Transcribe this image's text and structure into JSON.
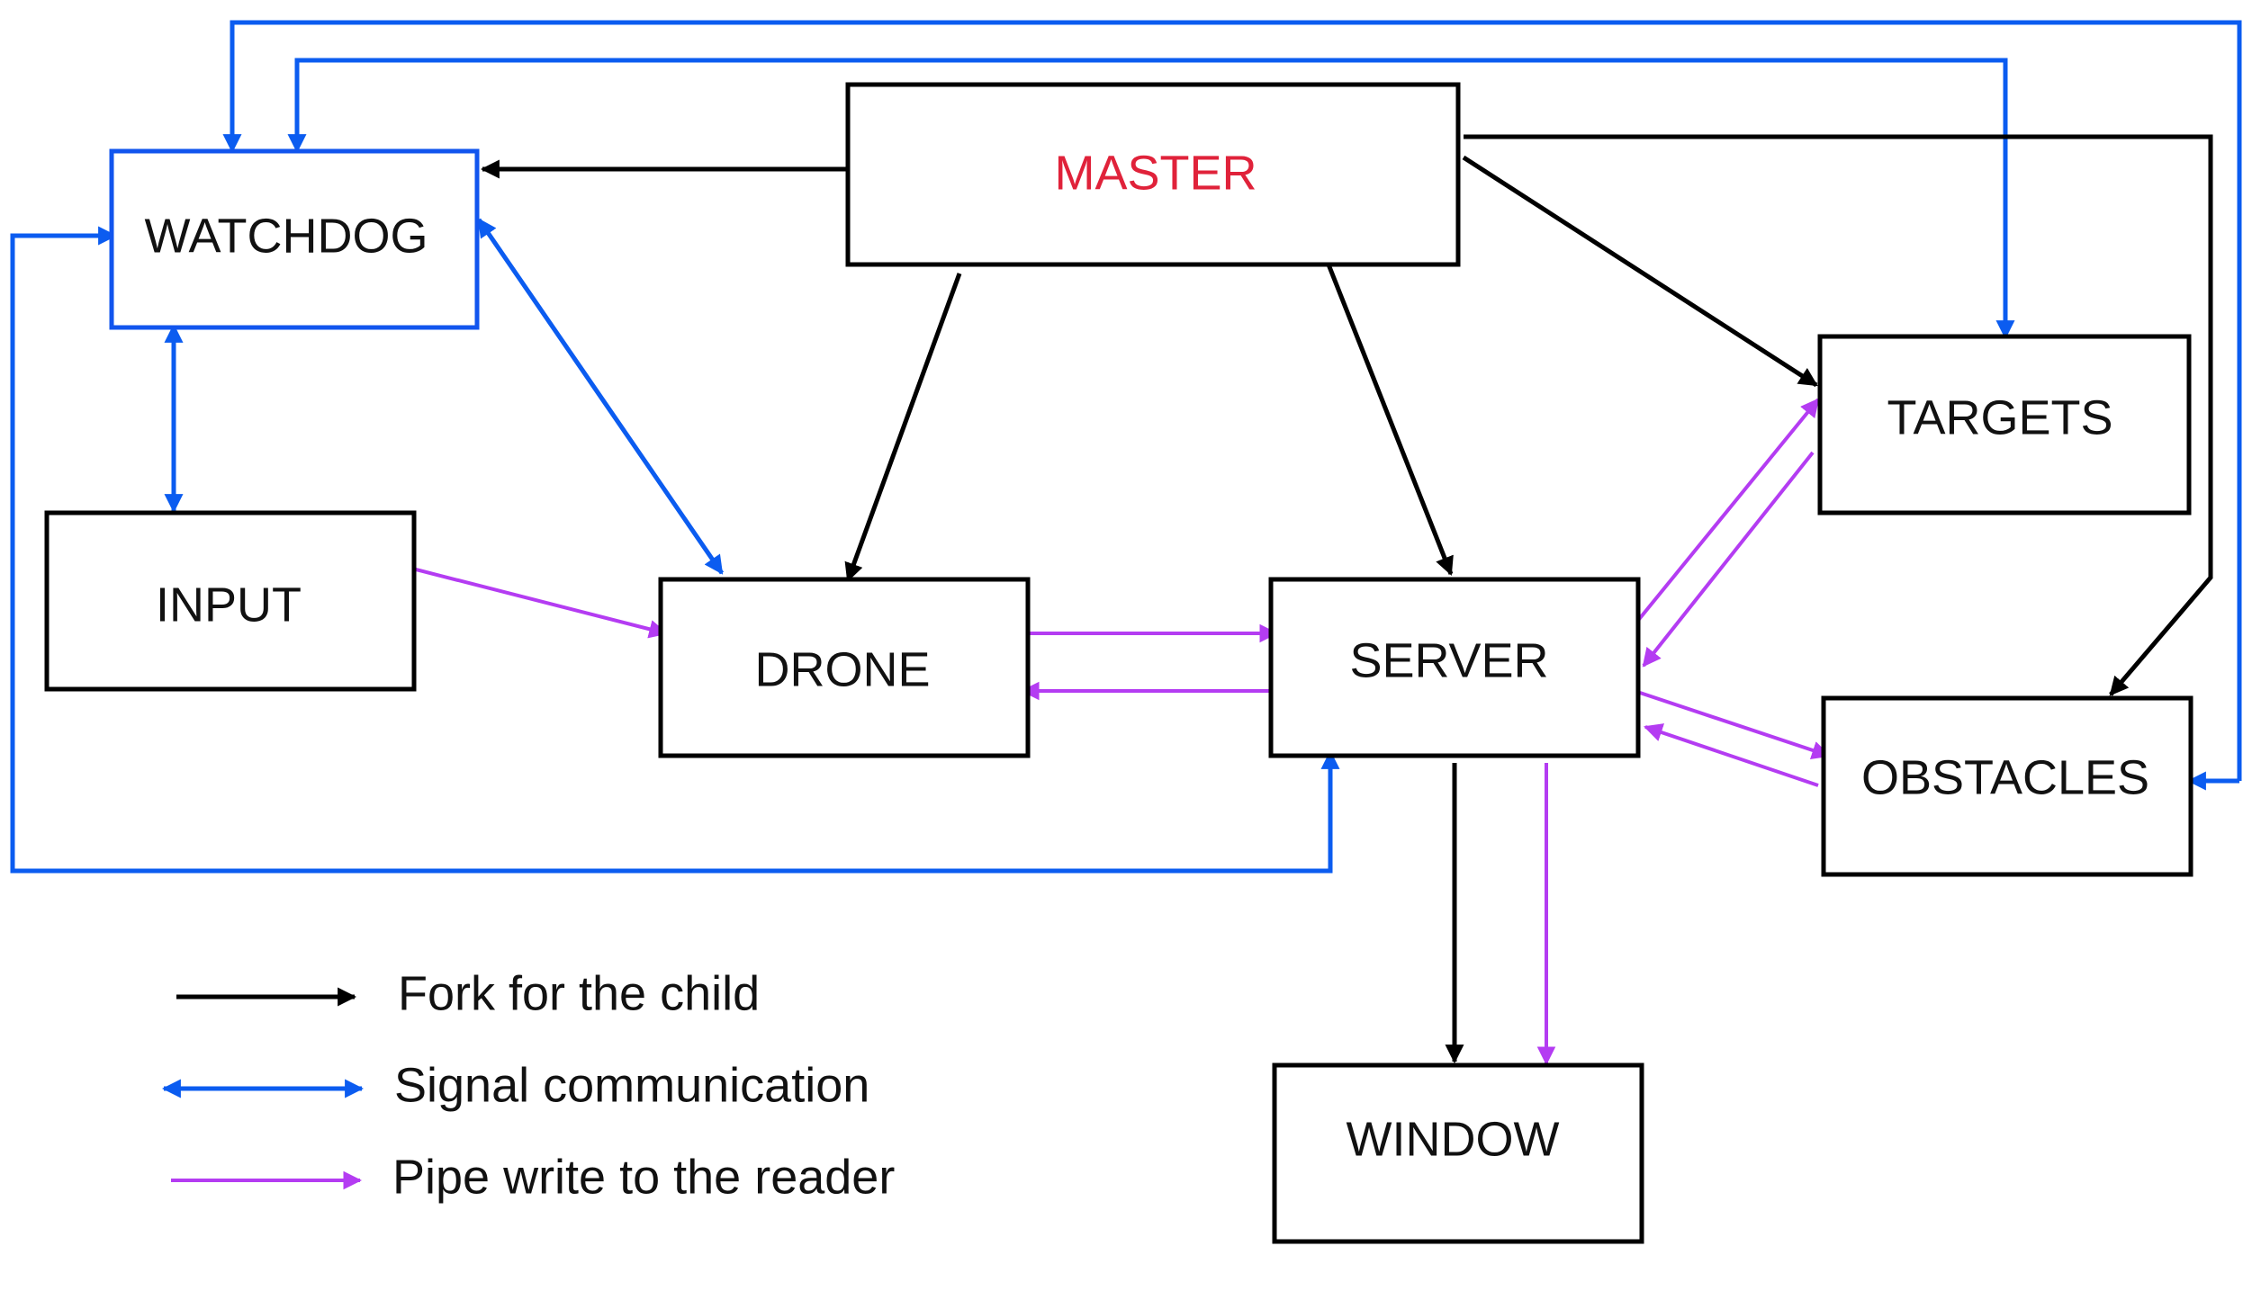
{
  "colors": {
    "fork": "#000000",
    "signal": "#0b5cf0",
    "pipe": "#b43cf2",
    "master_text": "#e0223a"
  },
  "nodes": {
    "watchdog": "WATCHDOG",
    "master": "MASTER",
    "input": "INPUT",
    "drone": "DRONE",
    "server": "SERVER",
    "targets": "TARGETS",
    "obstacles": "OBSTACLES",
    "window": "WINDOW"
  },
  "legend": {
    "fork": "Fork for the child",
    "signal": "Signal communication",
    "pipe": "Pipe write to the reader"
  }
}
